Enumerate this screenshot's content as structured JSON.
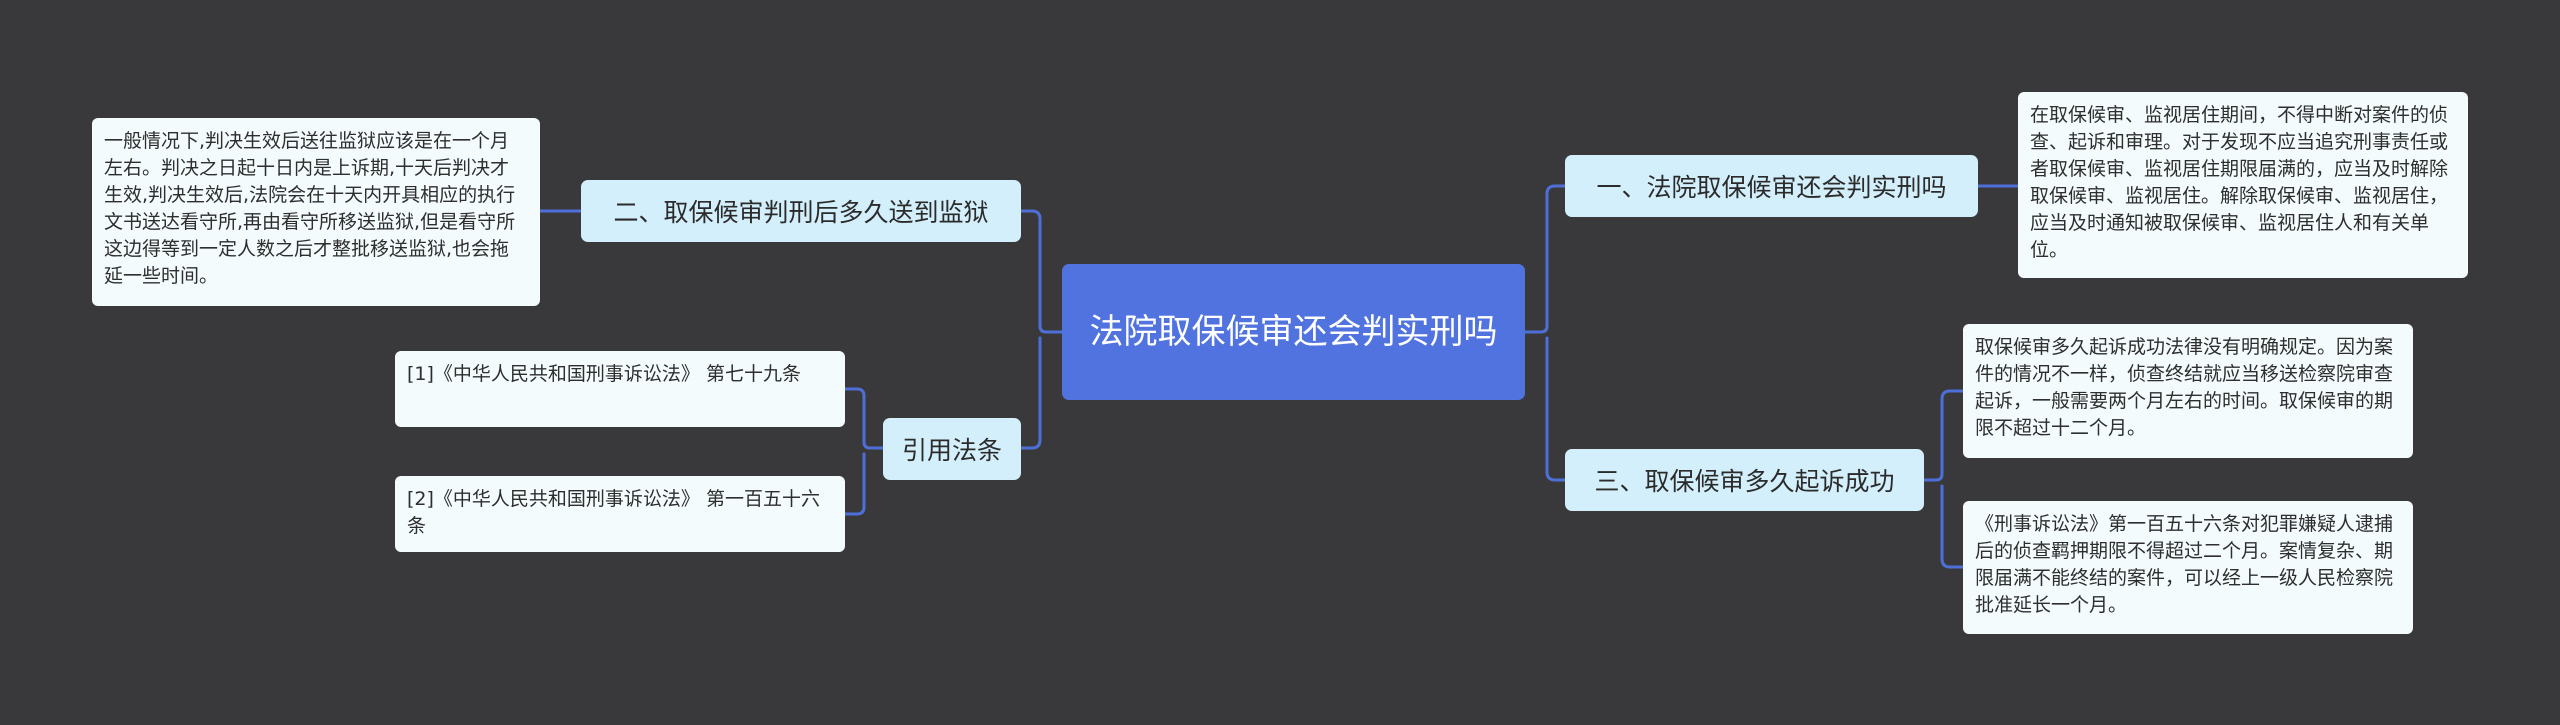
{
  "root": {
    "title": "法院取保候审还会判实刑吗"
  },
  "left": {
    "branch1": {
      "label": "二、取保候审判刑后多久送到监狱",
      "text": "一般情况下,判决生效后送往监狱应该是在一个月左右。判决之日起十日内是上诉期,十天后判决才生效,判决生效后,法院会在十天内开具相应的执行文书送达看守所,再由看守所移送监狱,但是看守所这边得等到一定人数之后才整批移送监狱,也会拖延一些时间。"
    },
    "branch2": {
      "label": "引用法条",
      "refs": [
        "[1]《中华人民共和国刑事诉讼法》 第七十九条",
        "[2]《中华人民共和国刑事诉讼法》 第一百五十六条"
      ]
    }
  },
  "right": {
    "branch1": {
      "label": "一、法院取保候审还会判实刑吗",
      "text": "在取保候审、监视居住期间，不得中断对案件的侦查、起诉和审理。对于发现不应当追究刑事责任或者取保候审、监视居住期限届满的，应当及时解除取保候审、监视居住。解除取保候审、监视居住，应当及时通知被取保候审、监视居住人和有关单位。"
    },
    "branch3": {
      "label": "三、取保候审多久起诉成功",
      "texts": [
        "取保候审多久起诉成功法律没有明确规定。因为案件的情况不一样，侦查终结就应当移送检察院审查起诉，一般需要两个月左右的时间。取保候审的期限不超过十二个月。",
        "《刑事诉讼法》第一百五十六条对犯罪嫌疑人逮捕后的侦查羁押期限不得超过二个月。案情复杂、期限届满不能终结的案件，可以经上一级人民检察院批准延长一个月。"
      ]
    }
  },
  "colors": {
    "background": "#39393b",
    "root": "#5073e0",
    "branch": "#d3effb",
    "leaf": "#f3fbfd",
    "connector": "#4f6fd8"
  }
}
